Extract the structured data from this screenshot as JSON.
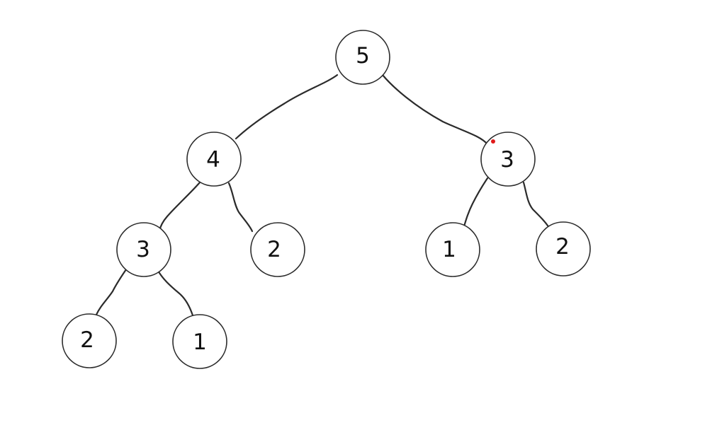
{
  "tree": {
    "nodes": [
      {
        "id": "root",
        "value": "5"
      },
      {
        "id": "l",
        "value": "4"
      },
      {
        "id": "r",
        "value": "3"
      },
      {
        "id": "ll",
        "value": "3"
      },
      {
        "id": "lr",
        "value": "2"
      },
      {
        "id": "rl",
        "value": "1"
      },
      {
        "id": "rr",
        "value": "2"
      },
      {
        "id": "lll",
        "value": "2"
      },
      {
        "id": "llr",
        "value": "1"
      }
    ],
    "edges": [
      [
        "root",
        "l"
      ],
      [
        "root",
        "r"
      ],
      [
        "l",
        "ll"
      ],
      [
        "l",
        "lr"
      ],
      [
        "r",
        "rl"
      ],
      [
        "r",
        "rr"
      ],
      [
        "ll",
        "lll"
      ],
      [
        "ll",
        "llr"
      ]
    ],
    "highlight_color": "#e01b1b",
    "stroke_color": "#2b2b2b"
  }
}
